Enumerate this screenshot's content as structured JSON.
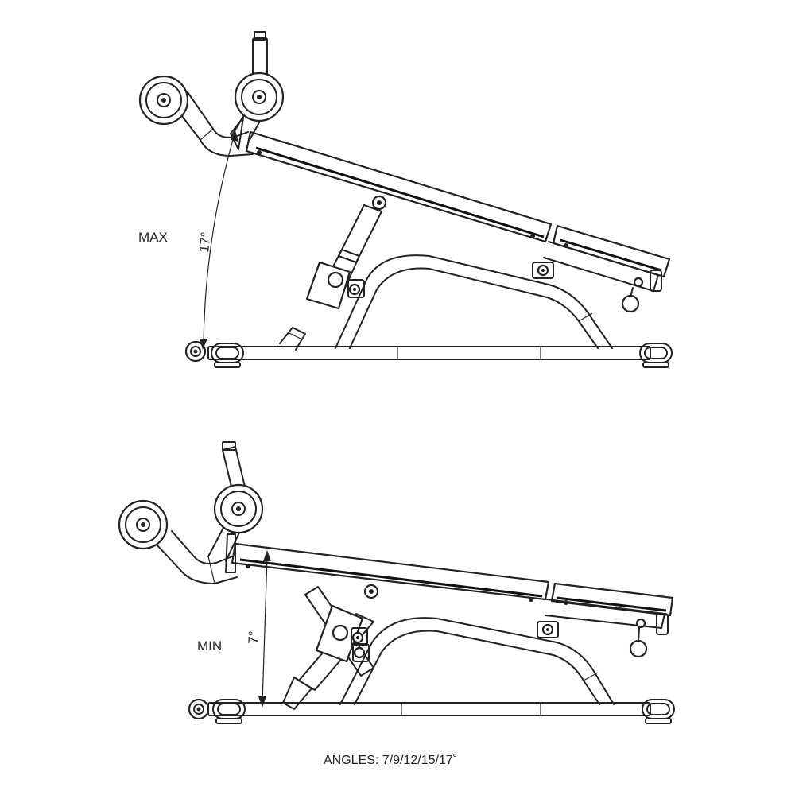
{
  "views": {
    "max": {
      "label": "MAX",
      "angle_label": "17°"
    },
    "min": {
      "label": "MIN",
      "angle_label": "7°"
    }
  },
  "caption": "ANGLES: 7/9/12/15/17˚"
}
